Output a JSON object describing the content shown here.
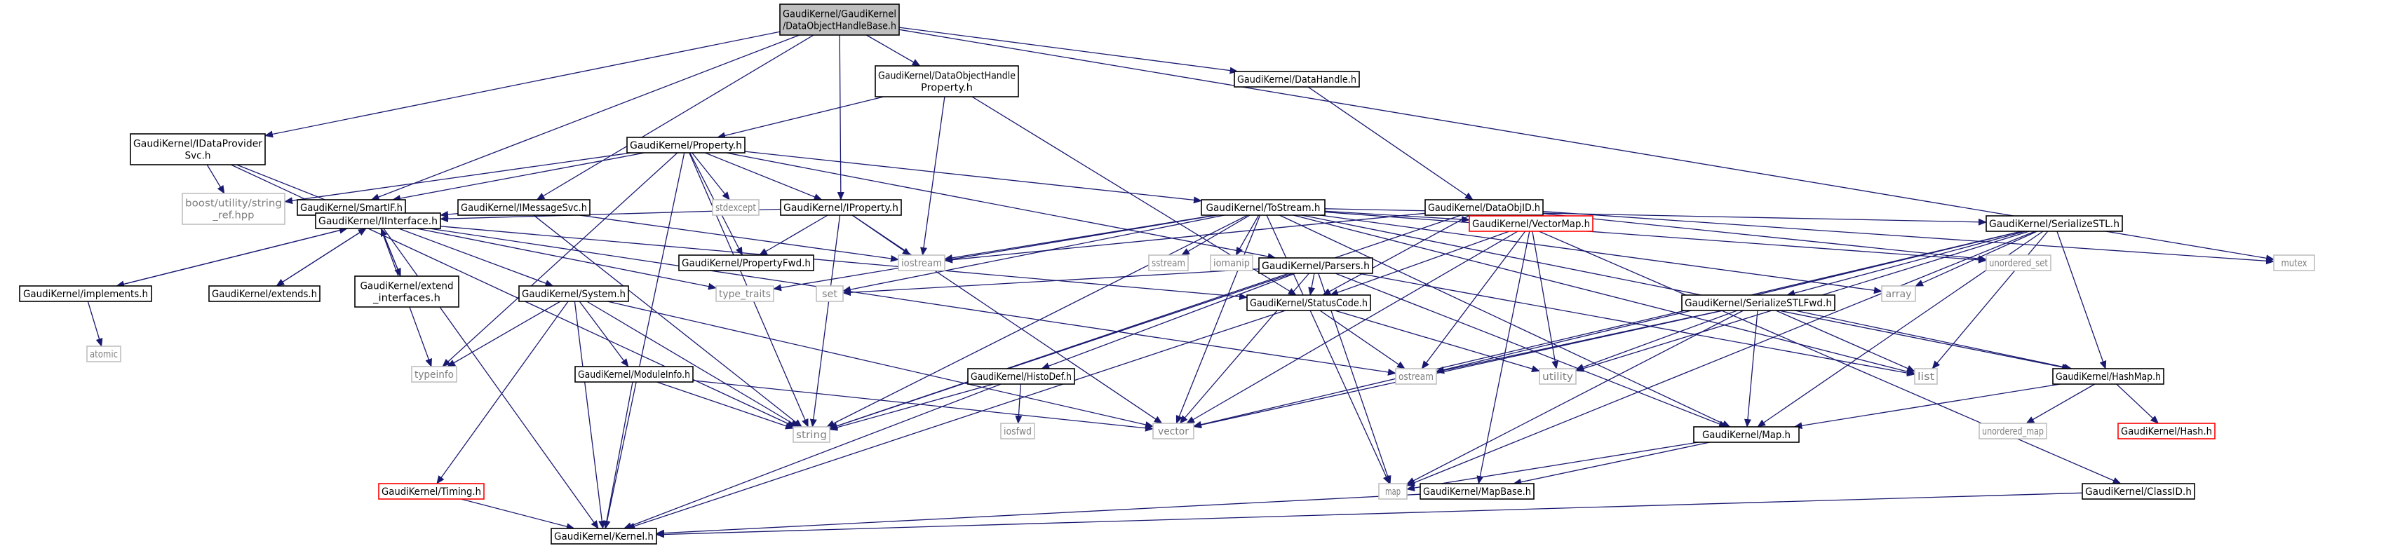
{
  "colors": {
    "edge": "#191970",
    "node_border": "#000000",
    "root_fill": "#bfbfbf",
    "truncated_border": "#ff0000",
    "system_border": "#bfbfbf",
    "system_text": "#7f7f7f",
    "text": "#000000"
  },
  "nodes": [
    {
      "id": "root",
      "label": [
        "GaudiKernel/GaudiKernel",
        "/DataObjectHandleBase.h"
      ],
      "kind": "root"
    },
    {
      "id": "dohp",
      "label": [
        "GaudiKernel/DataObjectHandle",
        "Property.h"
      ],
      "kind": "header"
    },
    {
      "id": "dh",
      "label": [
        "GaudiKernel/DataHandle.h"
      ],
      "kind": "header"
    },
    {
      "id": "idps",
      "label": [
        "GaudiKernel/IDataProvider",
        "Svc.h"
      ],
      "kind": "header"
    },
    {
      "id": "prop",
      "label": [
        "GaudiKernel/Property.h"
      ],
      "kind": "header"
    },
    {
      "id": "boostsref",
      "label": [
        "boost/utility/string",
        "_ref.hpp"
      ],
      "kind": "system"
    },
    {
      "id": "smartif",
      "label": [
        "GaudiKernel/SmartIF.h"
      ],
      "kind": "header"
    },
    {
      "id": "imsg",
      "label": [
        "GaudiKernel/IMessageSvc.h"
      ],
      "kind": "header"
    },
    {
      "id": "stdexcept",
      "label": [
        "stdexcept"
      ],
      "kind": "system"
    },
    {
      "id": "iprop",
      "label": [
        "GaudiKernel/IProperty.h"
      ],
      "kind": "header"
    },
    {
      "id": "tostream",
      "label": [
        "GaudiKernel/ToStream.h"
      ],
      "kind": "header"
    },
    {
      "id": "dataobjid",
      "label": [
        "GaudiKernel/DataObjID.h"
      ],
      "kind": "header"
    },
    {
      "id": "iinterface",
      "label": [
        "GaudiKernel/IInterface.h"
      ],
      "kind": "header"
    },
    {
      "id": "propfwd",
      "label": [
        "GaudiKernel/PropertyFwd.h"
      ],
      "kind": "header"
    },
    {
      "id": "iostream",
      "label": [
        "iostream"
      ],
      "kind": "system"
    },
    {
      "id": "sstream",
      "label": [
        "sstream"
      ],
      "kind": "system"
    },
    {
      "id": "iomanip",
      "label": [
        "iomanip"
      ],
      "kind": "system"
    },
    {
      "id": "parsers",
      "label": [
        "GaudiKernel/Parsers.h"
      ],
      "kind": "header"
    },
    {
      "id": "vectormap",
      "label": [
        "GaudiKernel/VectorMap.h"
      ],
      "kind": "truncated"
    },
    {
      "id": "serstl",
      "label": [
        "GaudiKernel/SerializeSTL.h"
      ],
      "kind": "header"
    },
    {
      "id": "unordset",
      "label": [
        "unordered_set"
      ],
      "kind": "system"
    },
    {
      "id": "mutex",
      "label": [
        "mutex"
      ],
      "kind": "system"
    },
    {
      "id": "implements",
      "label": [
        "GaudiKernel/implements.h"
      ],
      "kind": "header"
    },
    {
      "id": "extends",
      "label": [
        "GaudiKernel/extends.h"
      ],
      "kind": "header"
    },
    {
      "id": "extifaces",
      "label": [
        "GaudiKernel/extend",
        "_interfaces.h"
      ],
      "kind": "header"
    },
    {
      "id": "system",
      "label": [
        "GaudiKernel/System.h"
      ],
      "kind": "header"
    },
    {
      "id": "typetraits",
      "label": [
        "type_traits"
      ],
      "kind": "system"
    },
    {
      "id": "set",
      "label": [
        "set"
      ],
      "kind": "system"
    },
    {
      "id": "statuscode",
      "label": [
        "GaudiKernel/StatusCode.h"
      ],
      "kind": "header"
    },
    {
      "id": "array",
      "label": [
        "array"
      ],
      "kind": "system"
    },
    {
      "id": "serstlfwd",
      "label": [
        "GaudiKernel/SerializeSTLFwd.h"
      ],
      "kind": "header"
    },
    {
      "id": "atomic",
      "label": [
        "atomic"
      ],
      "kind": "system"
    },
    {
      "id": "typeinfo",
      "label": [
        "typeinfo"
      ],
      "kind": "system"
    },
    {
      "id": "moduleinfo",
      "label": [
        "GaudiKernel/ModuleInfo.h"
      ],
      "kind": "header"
    },
    {
      "id": "histodef",
      "label": [
        "GaudiKernel/HistoDef.h"
      ],
      "kind": "header"
    },
    {
      "id": "ostream",
      "label": [
        "ostream"
      ],
      "kind": "system"
    },
    {
      "id": "utility",
      "label": [
        "utility"
      ],
      "kind": "system"
    },
    {
      "id": "list",
      "label": [
        "list"
      ],
      "kind": "system"
    },
    {
      "id": "hashmap",
      "label": [
        "GaudiKernel/HashMap.h"
      ],
      "kind": "header"
    },
    {
      "id": "iosfwd",
      "label": [
        "iosfwd"
      ],
      "kind": "system"
    },
    {
      "id": "vector",
      "label": [
        "vector"
      ],
      "kind": "system"
    },
    {
      "id": "string",
      "label": [
        "string"
      ],
      "kind": "system"
    },
    {
      "id": "mapgk",
      "label": [
        "GaudiKernel/Map.h"
      ],
      "kind": "header"
    },
    {
      "id": "unordmap",
      "label": [
        "unordered_map"
      ],
      "kind": "system"
    },
    {
      "id": "hash",
      "label": [
        "GaudiKernel/Hash.h"
      ],
      "kind": "truncated"
    },
    {
      "id": "timing",
      "label": [
        "GaudiKernel/Timing.h"
      ],
      "kind": "truncated"
    },
    {
      "id": "mapbase",
      "label": [
        "GaudiKernel/MapBase.h"
      ],
      "kind": "header"
    },
    {
      "id": "map",
      "label": [
        "map"
      ],
      "kind": "system"
    },
    {
      "id": "classid",
      "label": [
        "GaudiKernel/ClassID.h"
      ],
      "kind": "header"
    },
    {
      "id": "kernel",
      "label": [
        "GaudiKernel/Kernel.h"
      ],
      "kind": "header"
    }
  ],
  "edges": [
    [
      "root",
      "dohp"
    ],
    [
      "root",
      "dh"
    ],
    [
      "root",
      "idps"
    ],
    [
      "root",
      "smartif"
    ],
    [
      "root",
      "imsg"
    ],
    [
      "root",
      "iprop"
    ],
    [
      "root",
      "mutex"
    ],
    [
      "dohp",
      "prop"
    ],
    [
      "dohp",
      "iostream"
    ],
    [
      "dohp",
      "statuscode"
    ],
    [
      "dh",
      "dataobjid"
    ],
    [
      "idps",
      "boostsref"
    ],
    [
      "idps",
      "iinterface"
    ],
    [
      "idps",
      "string"
    ],
    [
      "prop",
      "boostsref"
    ],
    [
      "prop",
      "smartif"
    ],
    [
      "prop",
      "stdexcept"
    ],
    [
      "prop",
      "iprop"
    ],
    [
      "prop",
      "tostream"
    ],
    [
      "prop",
      "propfwd"
    ],
    [
      "prop",
      "parsers"
    ],
    [
      "prop",
      "typeinfo"
    ],
    [
      "prop",
      "string"
    ],
    [
      "prop",
      "kernel"
    ],
    [
      "smartif",
      "iinterface"
    ],
    [
      "imsg",
      "iinterface"
    ],
    [
      "imsg",
      "iostream"
    ],
    [
      "imsg",
      "string"
    ],
    [
      "iprop",
      "iinterface"
    ],
    [
      "iprop",
      "propfwd"
    ],
    [
      "iprop",
      "iostream"
    ],
    [
      "iprop",
      "string"
    ],
    [
      "iprop",
      "vector"
    ],
    [
      "tostream",
      "iostream"
    ],
    [
      "tostream",
      "sstream"
    ],
    [
      "tostream",
      "iomanip"
    ],
    [
      "tostream",
      "vectormap"
    ],
    [
      "tostream",
      "serstl"
    ],
    [
      "tostream",
      "set"
    ],
    [
      "tostream",
      "array"
    ],
    [
      "tostream",
      "list"
    ],
    [
      "tostream",
      "hashmap"
    ],
    [
      "tostream",
      "mapgk"
    ],
    [
      "tostream",
      "string"
    ],
    [
      "tostream",
      "vector"
    ],
    [
      "tostream",
      "typetraits"
    ],
    [
      "tostream",
      "map"
    ],
    [
      "tostream",
      "unordset"
    ],
    [
      "dataobjid",
      "statuscode"
    ],
    [
      "dataobjid",
      "iostream"
    ],
    [
      "dataobjid",
      "unordset"
    ],
    [
      "dataobjid",
      "mutex"
    ],
    [
      "dataobjid",
      "classid"
    ],
    [
      "dataobjid",
      "string"
    ],
    [
      "iinterface",
      "implements"
    ],
    [
      "iinterface",
      "extends"
    ],
    [
      "iinterface",
      "extifaces"
    ],
    [
      "iinterface",
      "system"
    ],
    [
      "iinterface",
      "typetraits"
    ],
    [
      "iinterface",
      "statuscode"
    ],
    [
      "iinterface",
      "typeinfo"
    ],
    [
      "iinterface",
      "ostream"
    ],
    [
      "iinterface",
      "kernel"
    ],
    [
      "implements",
      "iinterface"
    ],
    [
      "implements",
      "atomic"
    ],
    [
      "extends",
      "iinterface"
    ],
    [
      "extifaces",
      "iinterface"
    ],
    [
      "system",
      "typeinfo"
    ],
    [
      "system",
      "moduleinfo"
    ],
    [
      "system",
      "timing"
    ],
    [
      "system",
      "string"
    ],
    [
      "system",
      "vector"
    ],
    [
      "system",
      "kernel"
    ],
    [
      "moduleinfo",
      "kernel"
    ],
    [
      "moduleinfo",
      "string"
    ],
    [
      "moduleinfo",
      "vector"
    ],
    [
      "timing",
      "kernel"
    ],
    [
      "parsers",
      "statuscode"
    ],
    [
      "parsers",
      "histodef"
    ],
    [
      "parsers",
      "string"
    ],
    [
      "parsers",
      "vector"
    ],
    [
      "parsers",
      "list"
    ],
    [
      "parsers",
      "set"
    ],
    [
      "parsers",
      "map"
    ],
    [
      "parsers",
      "mapgk"
    ],
    [
      "histodef",
      "string"
    ],
    [
      "histodef",
      "iosfwd"
    ],
    [
      "histodef",
      "kernel"
    ],
    [
      "vectormap",
      "statuscode"
    ],
    [
      "vectormap",
      "mapbase"
    ],
    [
      "vectormap",
      "utility"
    ],
    [
      "vectormap",
      "vector"
    ],
    [
      "vectormap",
      "ostream"
    ],
    [
      "statuscode",
      "kernel"
    ],
    [
      "statuscode",
      "ostream"
    ],
    [
      "statuscode",
      "utility"
    ],
    [
      "serstl",
      "serstlfwd"
    ],
    [
      "serstl",
      "hashmap"
    ],
    [
      "serstl",
      "mapgk"
    ],
    [
      "serstl",
      "array"
    ],
    [
      "serstl",
      "list"
    ],
    [
      "serstl",
      "map"
    ],
    [
      "serstl",
      "ostream"
    ],
    [
      "serstl",
      "utility"
    ],
    [
      "serstl",
      "vector"
    ],
    [
      "serstlfwd",
      "hashmap"
    ],
    [
      "serstlfwd",
      "mapgk"
    ],
    [
      "serstlfwd",
      "list"
    ],
    [
      "serstlfwd",
      "map"
    ],
    [
      "serstlfwd",
      "ostream"
    ],
    [
      "serstlfwd",
      "utility"
    ],
    [
      "serstlfwd",
      "vector"
    ],
    [
      "hashmap",
      "mapgk"
    ],
    [
      "hashmap",
      "unordmap"
    ],
    [
      "hashmap",
      "hash"
    ],
    [
      "mapgk",
      "map"
    ],
    [
      "mapgk",
      "mapbase"
    ],
    [
      "mapbase",
      "kernel"
    ],
    [
      "classid",
      "kernel"
    ]
  ]
}
